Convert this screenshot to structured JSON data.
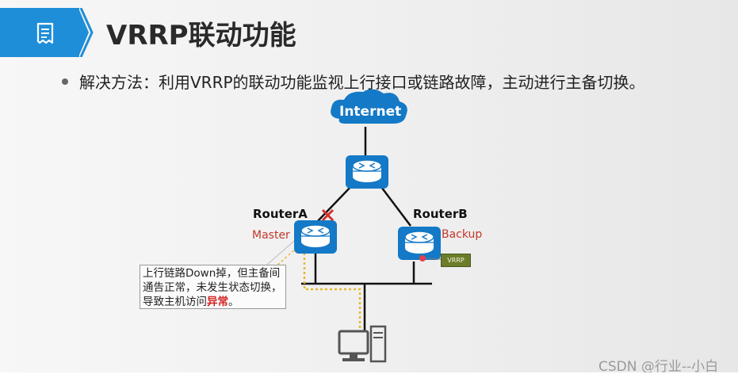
{
  "header": {
    "title": "VRRP联动功能",
    "icon": "document-icon",
    "accent_color": "#1e8ed8"
  },
  "bullet": {
    "text": "解决方法：利用VRRP的联动功能监视上行接口或链路故障，主动进行主备切换。"
  },
  "diagram": {
    "cloud_label": "Internet",
    "router_a": {
      "name": "RouterA",
      "role": "Master"
    },
    "router_b": {
      "name": "RouterB",
      "role": "Backup"
    },
    "vrrp_tag": "VRRP",
    "callout": {
      "text_before": "上行链路Down掉，但主备间通告正常，未发生状态切换，导致主机访问",
      "text_highlight": "异常",
      "text_after": "。"
    },
    "failure_marker": "x-mark-icon",
    "host": "pc-icon",
    "colors": {
      "router_blue": "#1479c6",
      "failure_red": "#d0312d",
      "path_yellow": "#e8b830"
    }
  },
  "watermark": "CSDN @行业--小白"
}
